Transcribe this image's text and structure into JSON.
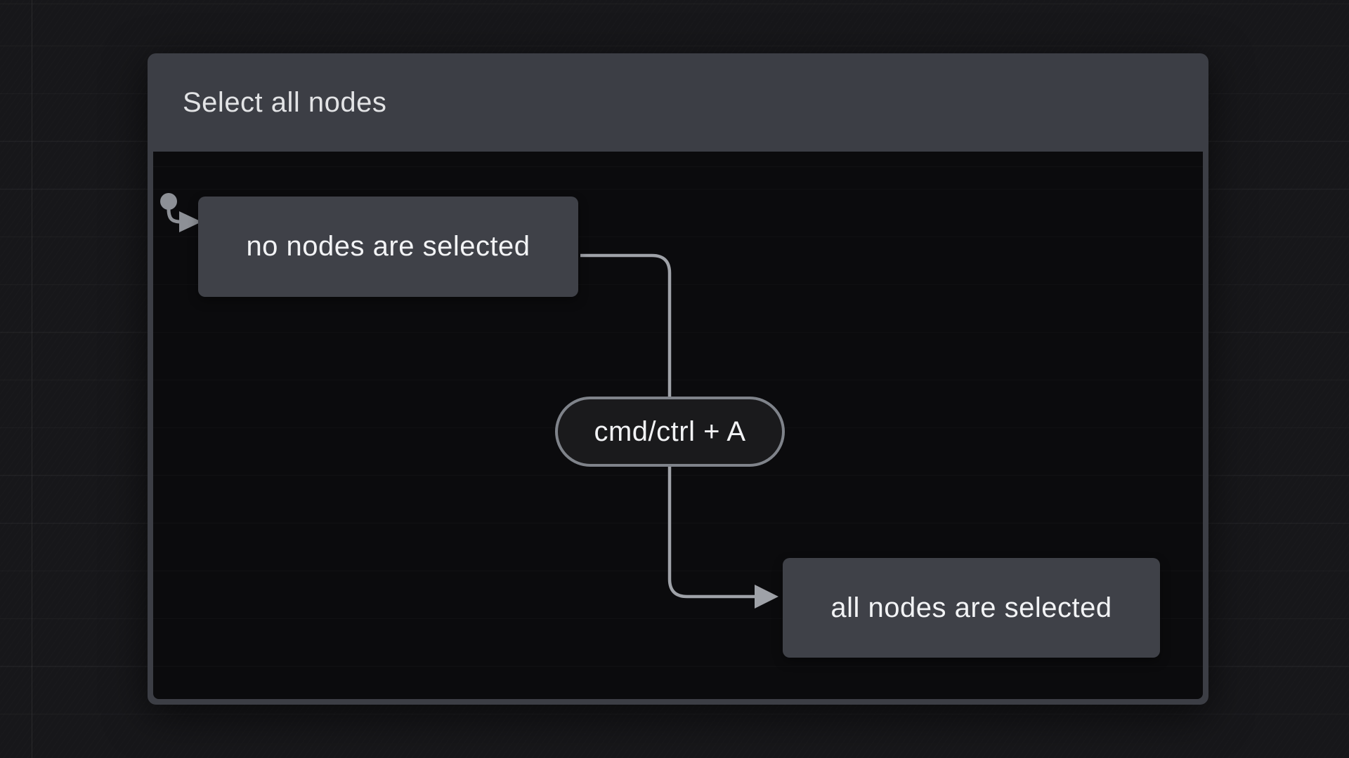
{
  "window": {
    "title": "Select all nodes"
  },
  "flow": {
    "start_node_label": "no nodes are selected",
    "shortcut_label": "cmd/ctrl + A",
    "end_node_label": "all nodes are selected"
  },
  "icons": {
    "connect_cursor": "connect-cursor-icon (circle with curved tail ending in right arrowhead)",
    "flow_arrowhead": "arrow-right-icon"
  },
  "colors": {
    "page_bg": "#17171a",
    "frame_bg": "#3c3e45",
    "canvas_bg": "#0b0b0d",
    "node_bg": "#3f4148",
    "pill_bg": "#1a1a1c",
    "pill_border": "#7f838a",
    "connector": "#9fa2a8",
    "icon": "#8d9096",
    "title": "#e2e3e5",
    "text_primary": "#f2f3f5"
  }
}
